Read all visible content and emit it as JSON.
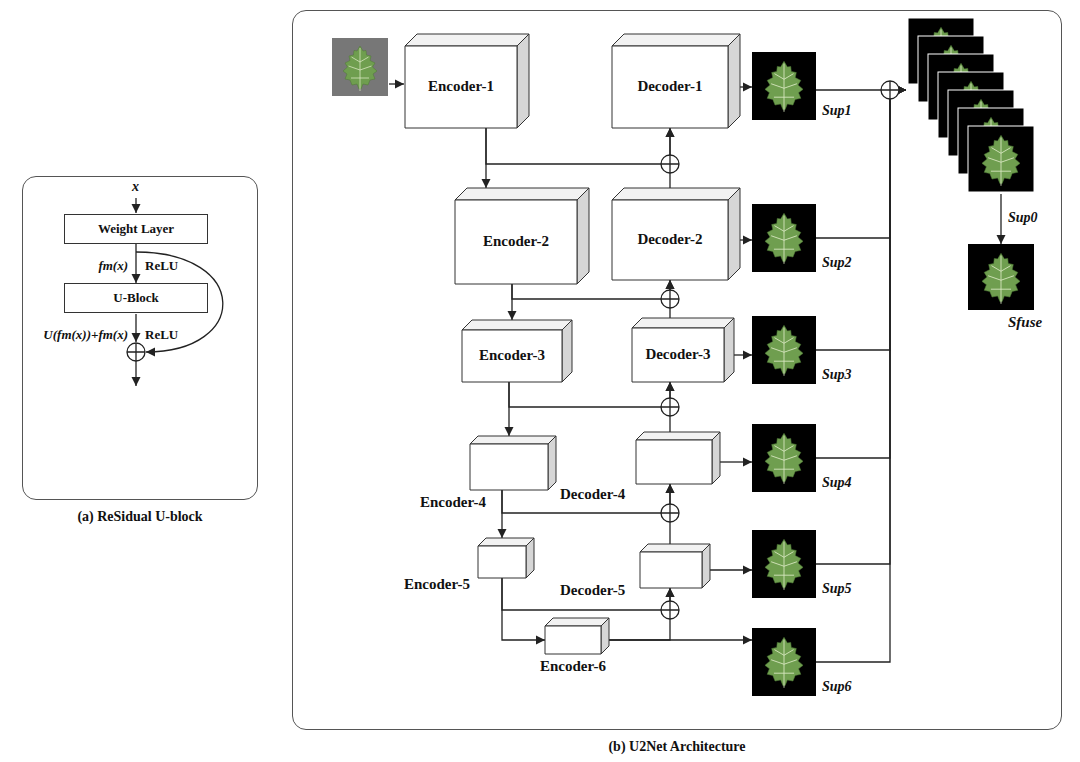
{
  "diagram": {
    "nodes": [
      {
        "text": [
          "(a) ReSidual U-block"
        ]
      },
      {
        "text": [
          "Weight Layer"
        ],
        "in": 0
      },
      {
        "text": [
          "U-Block"
        ],
        "in": 0
      },
      {
        "text": [
          "(b) U2Net Architecture"
        ]
      },
      {
        "text": [
          "Encoder-1"
        ],
        "in": 3
      },
      {
        "text": [
          "Decoder-1"
        ],
        "in": 3
      },
      {
        "text": [
          "Sup1"
        ],
        "in": 3
      },
      {
        "text": [
          "Encoder-2"
        ],
        "in": 3
      },
      {
        "text": [
          "Decoder-2"
        ],
        "in": 3
      },
      {
        "text": [
          "Sup2"
        ],
        "in": 3
      },
      {
        "text": [
          "Encoder-3"
        ],
        "in": 3
      },
      {
        "text": [
          "Decoder-3"
        ],
        "in": 3
      },
      {
        "text": [
          "Sup3"
        ],
        "in": 3
      },
      {
        "text": [
          "Encoder-4"
        ],
        "in": 3
      },
      {
        "text": [
          "Decoder-4"
        ],
        "in": 3
      },
      {
        "text": [
          "Sup4"
        ],
        "in": 3
      },
      {
        "text": [
          "Encoder-5"
        ],
        "in": 3
      },
      {
        "text": [
          "Decoder-5"
        ],
        "in": 3
      },
      {
        "text": [
          "Sup5"
        ],
        "in": 3
      },
      {
        "text": [
          "Encoder-6"
        ],
        "in": 3
      },
      {
        "text": [
          "Sup6"
        ],
        "in": 3
      },
      {
        "text": [
          "Sup0"
        ],
        "in": 3
      },
      {
        "text": [
          "Sfuse"
        ],
        "in": 3
      }
    ],
    "edges": [
      {
        "from": 1,
        "to": 2,
        "arrow": "to"
      },
      {
        "from": 4,
        "to": 7,
        "arrow": "to"
      },
      {
        "from": 7,
        "to": 10,
        "arrow": "to"
      },
      {
        "from": 10,
        "to": 13,
        "arrow": "to"
      },
      {
        "from": 13,
        "to": 16,
        "arrow": "to"
      },
      {
        "from": 16,
        "to": 19,
        "arrow": "to"
      },
      {
        "from": 4,
        "to": 5,
        "arrow": "to"
      },
      {
        "from": 7,
        "to": 8,
        "arrow": "to"
      },
      {
        "from": 10,
        "to": 11,
        "arrow": "to"
      },
      {
        "from": 13,
        "to": 14,
        "arrow": "to"
      },
      {
        "from": 16,
        "to": 17,
        "arrow": "to"
      },
      {
        "from": 19,
        "to": 17,
        "arrow": "to"
      },
      {
        "from": 8,
        "to": 5,
        "arrow": "to"
      },
      {
        "from": 11,
        "to": 8,
        "arrow": "to"
      },
      {
        "from": 14,
        "to": 11,
        "arrow": "to"
      },
      {
        "from": 17,
        "to": 14,
        "arrow": "to"
      },
      {
        "from": 5,
        "to": 6,
        "arrow": "to"
      },
      {
        "from": 8,
        "to": 9,
        "arrow": "to"
      },
      {
        "from": 11,
        "to": 12,
        "arrow": "to"
      },
      {
        "from": 14,
        "to": 15,
        "arrow": "to"
      },
      {
        "from": 17,
        "to": 18,
        "arrow": "to"
      },
      {
        "from": 19,
        "to": 20,
        "arrow": "to"
      },
      {
        "from": 6,
        "to": 21,
        "arrow": "to"
      },
      {
        "from": 9,
        "to": 21,
        "arrow": "to"
      },
      {
        "from": 12,
        "to": 21,
        "arrow": "to"
      },
      {
        "from": 15,
        "to": 21,
        "arrow": "to"
      },
      {
        "from": 18,
        "to": 21,
        "arrow": "to"
      },
      {
        "from": 20,
        "to": 21,
        "arrow": "to"
      },
      {
        "from": 21,
        "to": 22,
        "arrow": "to"
      }
    ],
    "labels": [
      "x",
      "fm(x)",
      "ReLU",
      "U(fm(x))+fm(x)",
      "ReLU"
    ]
  }
}
